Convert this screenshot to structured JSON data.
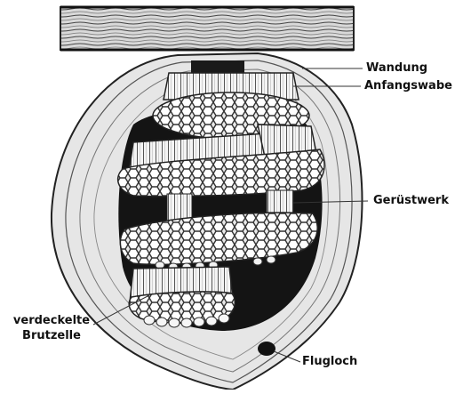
{
  "labels": {
    "wandung": "Wandung",
    "anfangswabe": "Anfangswabe",
    "geruestwerk": "Gerüstwerk",
    "verdeckelte_line1": "verdeckelte",
    "verdeckelte_line2": "Brutzelle",
    "flugloch": "Flugloch"
  }
}
